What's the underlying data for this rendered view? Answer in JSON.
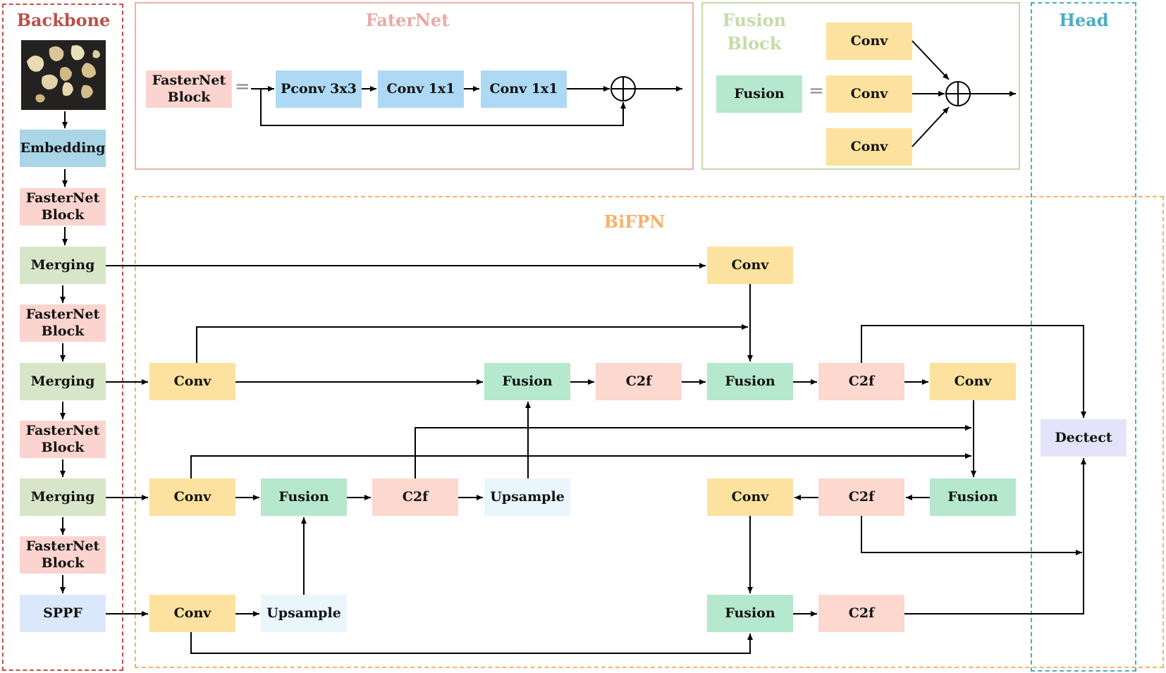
{
  "sections": {
    "backbone": "Backbone",
    "fasternet": "FaterNet",
    "fusion_block": "Fusion Block",
    "head": "Head",
    "bifpn": "BiFPN"
  },
  "colors": {
    "backbone_frame": "#c0504d",
    "fasternet_frame": "#eab2ac",
    "fusion_block_frame": "#c6dba6",
    "head_frame": "#4bacc6",
    "bifpn_frame": "#f5b26b",
    "conv": "#fce29e",
    "fusion": "#b5e8cc",
    "c2f": "#fcd8cf",
    "merging": "#d7e6c8",
    "embedding": "#a9d5e6"
  },
  "backbone": {
    "image": "dried-mushroom-slices-photo",
    "embedding": "Embedding",
    "fasternet_block_1": "FasterNet",
    "fasternet_block_2": "Block",
    "merging": "Merging",
    "sppf": "SPPF"
  },
  "fasternet_def": {
    "block_line1": "FasterNet",
    "block_line2": "Block",
    "equals": "=",
    "pconv": "Pconv 3x3",
    "conv1": "Conv 1x1",
    "conv2": "Conv 1x1",
    "add_symbol": "+"
  },
  "fusion_def": {
    "fusion": "Fusion",
    "equals": "=",
    "conv": "Conv",
    "add_symbol": "+"
  },
  "bifpn": {
    "conv": "Conv",
    "fusion": "Fusion",
    "c2f": "C2f",
    "upsample": "Upsample"
  },
  "head": {
    "detect": "Dectect"
  }
}
